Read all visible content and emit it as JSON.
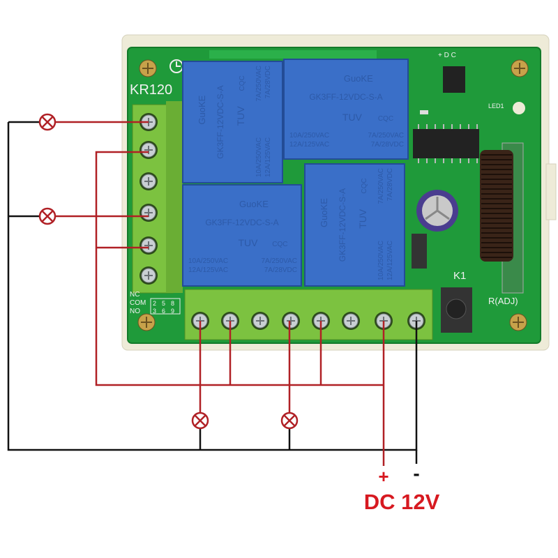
{
  "board": {
    "model": "KR120",
    "led_label": "LED1",
    "button_label": "K1",
    "adj_label": "R(ADJ)",
    "pads_label": "+ D C",
    "contact_labels": [
      "NC",
      "COM",
      "NO"
    ],
    "contact_numbers": [
      "2",
      "5",
      "8",
      "3",
      "6",
      "9"
    ]
  },
  "relays": [
    {
      "brand": "GuoKE",
      "model": "GK3FF-12VDC-S-A",
      "rating1": "10A/250VAC",
      "rating2": "12A/125VAC",
      "rating3": "7A/250VAC",
      "rating4": "7A/28VDC",
      "cert1": "TUV",
      "cert2": "CQC"
    },
    {
      "brand": "GuoKE",
      "model": "GK3FF-12VDC-S-A",
      "rating1": "10A/250VAC",
      "rating2": "12A/125VAC",
      "rating3": "7A/250VAC",
      "rating4": "7A/28VDC",
      "cert1": "TUV",
      "cert2": "CQC"
    },
    {
      "brand": "GuoKE",
      "model": "GK3FF-12VDC-S-A",
      "rating1": "10A/250VAC",
      "rating2": "12A/125VAC",
      "rating3": "7A/250VAC",
      "rating4": "7A/28VDC",
      "cert1": "TUV",
      "cert2": "CQC"
    },
    {
      "brand": "GuoKE",
      "model": "GK3FF-12VDC-S-A",
      "rating1": "10A/250VAC",
      "rating2": "12A/125VAC",
      "rating3": "7A/250VAC",
      "rating4": "7A/28VDC",
      "cert1": "TUV",
      "cert2": "CQC"
    }
  ],
  "power": {
    "plus": "+",
    "minus": "-",
    "label": "DC 12V"
  },
  "colors": {
    "wire_positive": "#b02025",
    "wire_negative": "#111111",
    "pcb": "#1f9a3a",
    "relay": "#3a6fc8",
    "terminal": "#7cc240",
    "casing": "#eeebd8",
    "label": "#d71920"
  }
}
